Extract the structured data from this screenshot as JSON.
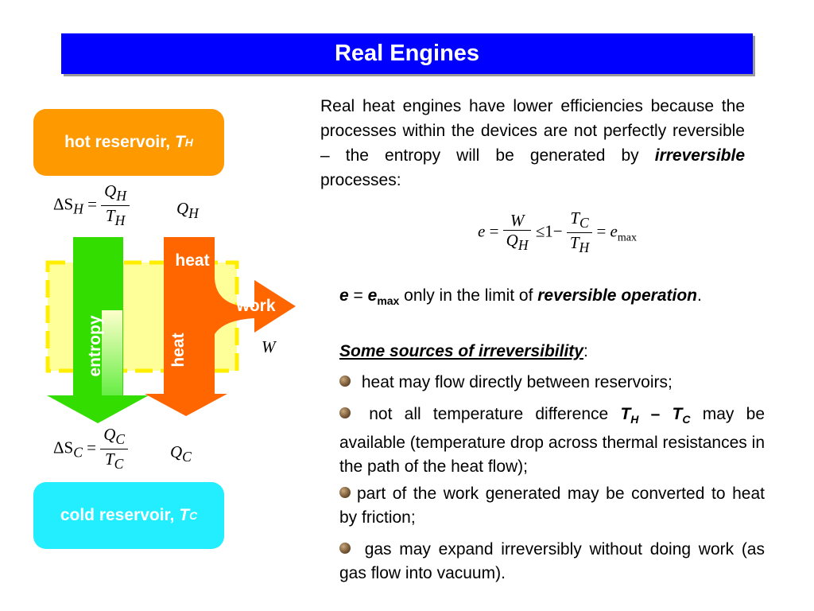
{
  "title": "Real Engines",
  "intro": {
    "part1": "Real heat engines have lower efficiencies because the processes within the devices are not perfectly reversible – the entropy will be generated by ",
    "emph": "irreversible",
    "part2": " processes:"
  },
  "diagram": {
    "hot_label": "hot reservoir, ",
    "hot_symbol": "T",
    "hot_sub": "H",
    "cold_label": "cold reservoir, ",
    "cold_symbol": "T",
    "cold_sub": "C",
    "entropy_label": "entropy",
    "heat_label_top": "heat",
    "heat_label_vertical": "heat",
    "work_label": "work",
    "work_symbol": "W",
    "qh": "Q",
    "qh_sub": "H",
    "qc": "Q",
    "qc_sub": "C",
    "colors": {
      "hot": "#ff9900",
      "cold": "#22eeff",
      "entropy": "#33dd00",
      "heat": "#ff6600",
      "region": "#ffff99"
    }
  },
  "equations": {
    "delta_sh": {
      "lhs": "ΔS",
      "lhs_sub": "H",
      "num": "Q",
      "num_sub": "H",
      "den": "T",
      "den_sub": "H"
    },
    "delta_sc": {
      "lhs": "ΔS",
      "lhs_sub": "C",
      "num": "Q",
      "num_sub": "C",
      "den": "T",
      "den_sub": "C"
    },
    "efficiency": {
      "e": "e",
      "w": "W",
      "q": "Q",
      "q_sub": "H",
      "le": "≤1−",
      "tc": "T",
      "tc_sub": "C",
      "th": "T",
      "th_sub": "H",
      "emax": "e",
      "emax_sub": "max"
    }
  },
  "statement": {
    "e": "e",
    "eq": " = ",
    "emax": "e",
    "emax_sub": "max",
    "mid": " only in the limit of ",
    "reversible": "reversible operation",
    "end": "."
  },
  "sources_heading": "Some sources of irreversibility",
  "sources_colon": ":",
  "bullets": [
    "heat may flow directly between reservoirs;",
    "not all temperature difference ",
    "part of the work generated may be converted to heat by friction;",
    "gas may expand irreversibly without doing work (as gas flow into vacuum)."
  ],
  "bullet2": {
    "th": "T",
    "th_sub": "H",
    "dash": " – ",
    "tc": "T",
    "tc_sub": "C",
    "rest": " may be available (temperature drop across thermal resistances in the path of the heat flow);"
  }
}
